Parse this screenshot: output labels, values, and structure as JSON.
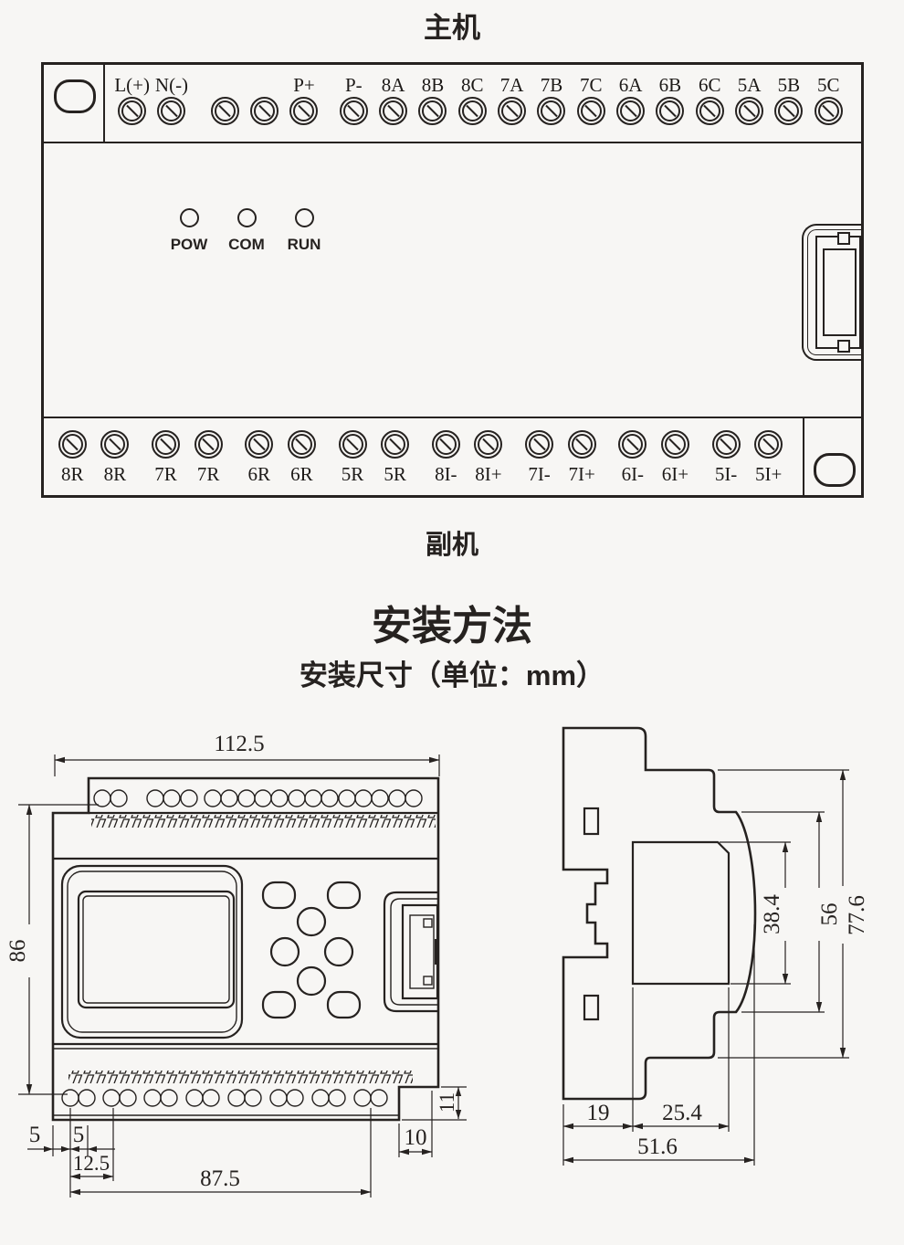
{
  "header": {
    "main_title": "主机",
    "sub_title": "副机"
  },
  "main_unit": {
    "leds": [
      "POW",
      "COM",
      "RUN"
    ],
    "top_terminals": [
      "L(+)",
      "N(-)",
      "",
      "",
      "P+",
      "P-",
      "8A",
      "8B",
      "8C",
      "7A",
      "7B",
      "7C",
      "6A",
      "6B",
      "6C",
      "5A",
      "5B",
      "5C"
    ],
    "bottom_terminals": [
      "8R",
      "8R",
      "7R",
      "7R",
      "6R",
      "6R",
      "5R",
      "5R",
      "8I-",
      "8I+",
      "7I-",
      "7I+",
      "6I-",
      "6I+",
      "5I-",
      "5I+"
    ]
  },
  "install": {
    "heading": "安装方法",
    "dimension_note": "安装尺寸（单位：mm）",
    "unit": "mm",
    "front_view_dims": {
      "overall_width": "112.5",
      "overall_height": "86",
      "edge_to_hole": "5",
      "hole_pitch": "5",
      "second_pitch": "12.5",
      "hole_span": "87.5",
      "notch_width": "10",
      "notch_height": "11"
    },
    "side_view_dims": {
      "rail_depth": "19",
      "cover_depth": "25.4",
      "total_depth": "51.6",
      "window_height": "38.4",
      "cover_height": "56",
      "total_height": "77.6"
    }
  },
  "colors": {
    "background": "#f7f6f4",
    "line": "#262220"
  }
}
